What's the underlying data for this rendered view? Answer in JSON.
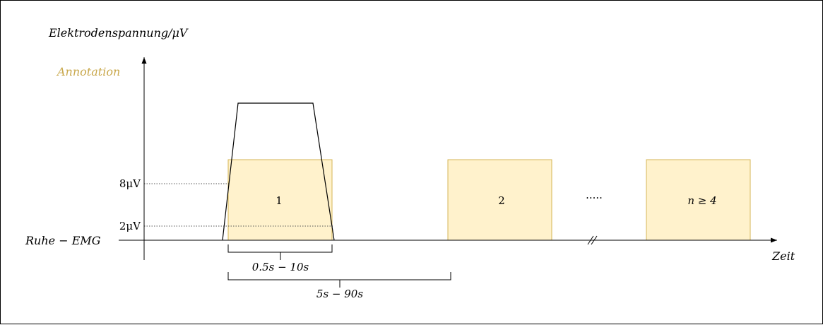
{
  "axes": {
    "y_label": "Elektrodenspannung/μV",
    "x_label": "Zeit",
    "baseline_label": "Ruhe − EMG"
  },
  "legend": {
    "annotation_label": "Annotation",
    "annotation_color": "#c9a84c"
  },
  "levels": [
    {
      "label": "8μV"
    },
    {
      "label": "2μV"
    }
  ],
  "segments": [
    {
      "label": "1"
    },
    {
      "label": "2"
    },
    {
      "label": "n ≥ 4"
    }
  ],
  "ellipsis": "·····",
  "durations": {
    "short": "0.5s − 10s",
    "long": "5s − 90s"
  },
  "colors": {
    "box_fill": "#fff2cc",
    "box_stroke": "#d6b656",
    "line": "#000000"
  }
}
